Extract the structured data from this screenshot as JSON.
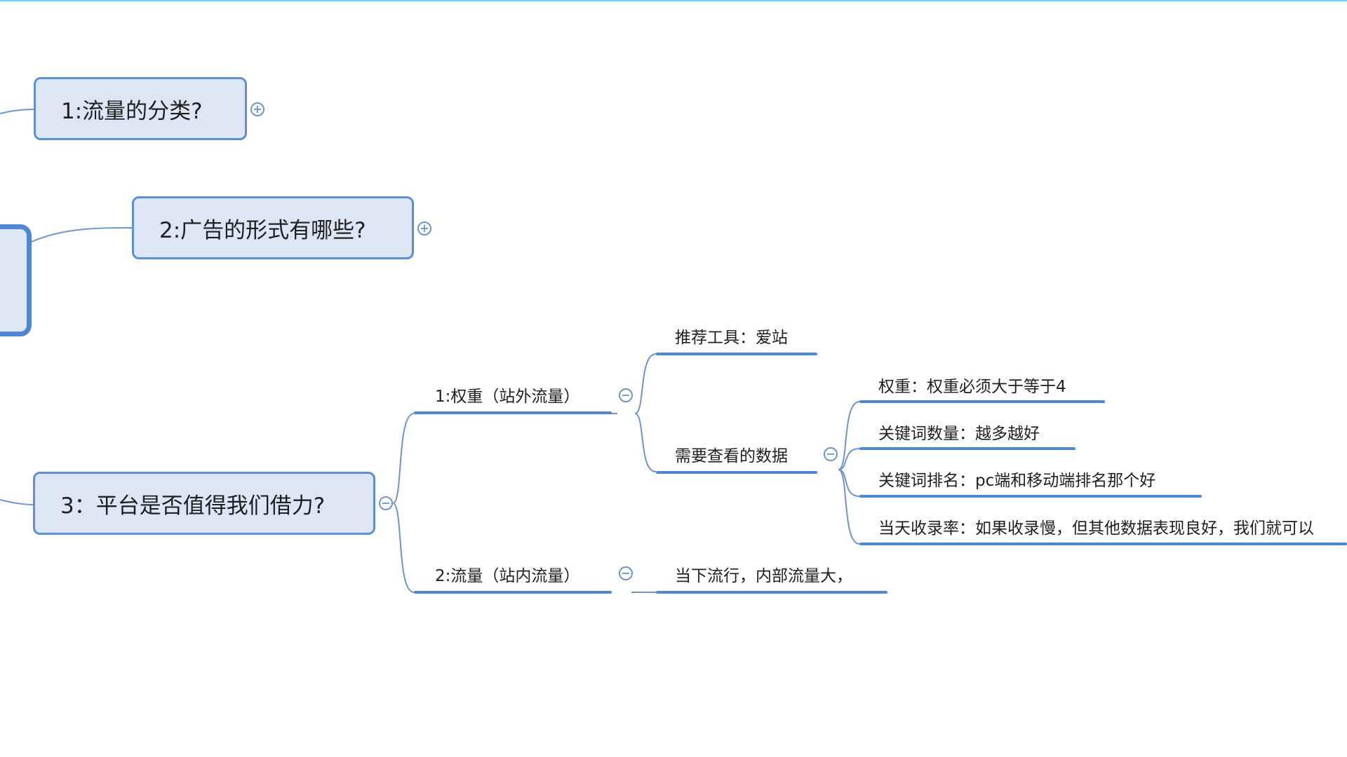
{
  "mindmap": {
    "topics": {
      "t1": "1:流量的分类?",
      "t2": "2:广告的形式有哪些?",
      "t3": "3：平台是否值得我们借力?"
    },
    "branches": {
      "b1": "1:权重（站外流量）",
      "b2": "2:流量（站内流量）"
    },
    "leaves": {
      "tool": "推荐工具：爱站",
      "data": "需要查看的数据",
      "trend": "当下流行，内部流量大，"
    },
    "details": {
      "weight": "权重：权重必须大于等于4",
      "kw_count": "关键词数量：越多越好",
      "kw_rank": "关键词排名：pc端和移动端排名那个好",
      "index_rate": "当天收录率：如果收录慢，但其他数据表现良好，我们就可以"
    },
    "toggle_glyphs": {
      "expand": "+",
      "collapse": "−"
    },
    "colors": {
      "box_fill": "#dce6f4",
      "box_border": "#5b8fd8",
      "line": "#4f86d6",
      "top_strip": "#67d2f0"
    }
  }
}
